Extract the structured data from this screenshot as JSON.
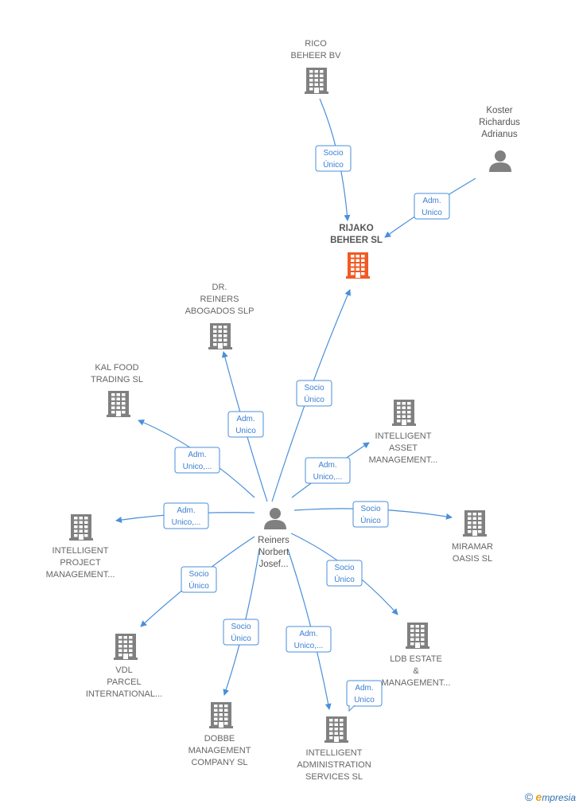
{
  "colors": {
    "edge": "#4a8fd9",
    "company": "#808080",
    "focus": "#f15a24",
    "person": "#808080"
  },
  "nodes": [
    {
      "id": "rico",
      "type": "company",
      "icon": "building-icon",
      "lines": [
        "RICO",
        "BEHEER BV"
      ]
    },
    {
      "id": "koster",
      "type": "person",
      "icon": "person-icon",
      "lines": [
        "Koster",
        "Richardus",
        "Adrianus"
      ]
    },
    {
      "id": "rijako",
      "type": "focus-company",
      "icon": "building-icon",
      "lines": [
        "RIJAKO",
        "BEHEER  SL"
      ]
    },
    {
      "id": "drreiners",
      "type": "company",
      "icon": "building-icon",
      "lines": [
        "DR.",
        "REINERS",
        "ABOGADOS SLP"
      ]
    },
    {
      "id": "kalfood",
      "type": "company",
      "icon": "building-icon",
      "lines": [
        "KAL FOOD",
        "TRADING  SL"
      ]
    },
    {
      "id": "intasset",
      "type": "company",
      "icon": "building-icon",
      "lines": [
        "INTELLIGENT",
        "ASSET",
        "MANAGEMENT..."
      ]
    },
    {
      "id": "intproject",
      "type": "company",
      "icon": "building-icon",
      "lines": [
        "INTELLIGENT",
        "PROJECT",
        "MANAGEMENT..."
      ]
    },
    {
      "id": "miramar",
      "type": "company",
      "icon": "building-icon",
      "lines": [
        "MIRAMAR",
        "OASIS  SL"
      ]
    },
    {
      "id": "reiners",
      "type": "person",
      "icon": "person-icon",
      "lines": [
        "Reiners",
        "Norbert",
        "Josef..."
      ]
    },
    {
      "id": "ldb",
      "type": "company",
      "icon": "building-icon",
      "lines": [
        "LDB ESTATE",
        "&",
        "MANAGEMENT..."
      ]
    },
    {
      "id": "vdl",
      "type": "company",
      "icon": "building-icon",
      "lines": [
        "VDL",
        "PARCEL",
        "INTERNATIONAL..."
      ]
    },
    {
      "id": "dobbe",
      "type": "company",
      "icon": "building-icon",
      "lines": [
        "DOBBE",
        "MANAGEMENT",
        "COMPANY  SL"
      ]
    },
    {
      "id": "intadmin",
      "type": "company",
      "icon": "building-icon",
      "lines": [
        "INTELLIGENT",
        "ADMINISTRATION",
        "SERVICES  SL"
      ]
    }
  ],
  "edges": [
    {
      "id": "rico-rijako",
      "from": "rico",
      "to": "rijako",
      "label": [
        "Socio",
        "Único"
      ]
    },
    {
      "id": "koster-rijako",
      "from": "koster",
      "to": "rijako",
      "label": [
        "Adm.",
        "Unico"
      ]
    },
    {
      "id": "reiners-rijako",
      "from": "reiners",
      "to": "rijako",
      "label": [
        "Socio",
        "Único"
      ]
    },
    {
      "id": "reiners-drreiners",
      "from": "reiners",
      "to": "drreiners",
      "label": [
        "Adm.",
        "Unico"
      ]
    },
    {
      "id": "reiners-kalfood",
      "from": "reiners",
      "to": "kalfood",
      "label": [
        "Adm.",
        "Unico,..."
      ]
    },
    {
      "id": "reiners-intasset",
      "from": "reiners",
      "to": "intasset",
      "label": [
        "Adm.",
        "Unico,..."
      ]
    },
    {
      "id": "reiners-intproject",
      "from": "reiners",
      "to": "intproject",
      "label": [
        "Adm.",
        "Unico,..."
      ]
    },
    {
      "id": "reiners-miramar",
      "from": "reiners",
      "to": "miramar",
      "label": [
        "Socio",
        "Único"
      ]
    },
    {
      "id": "reiners-ldb",
      "from": "reiners",
      "to": "ldb",
      "label": [
        "Socio",
        "Único"
      ]
    },
    {
      "id": "reiners-vdl",
      "from": "reiners",
      "to": "vdl",
      "label": [
        "Socio",
        "Único"
      ]
    },
    {
      "id": "reiners-dobbe",
      "from": "reiners",
      "to": "dobbe",
      "label": [
        "Socio",
        "Único"
      ]
    },
    {
      "id": "reiners-intadmin",
      "from": "reiners",
      "to": "intadmin",
      "label": [
        "Adm.",
        "Unico,..."
      ]
    },
    {
      "id": "reiners-intadmin-2",
      "from": "reiners",
      "to": "intadmin",
      "label": [
        "Adm.",
        "Unico"
      ]
    }
  ],
  "footer": {
    "copyright": "©",
    "brand_initial": "e",
    "brand_rest": "mpresia"
  }
}
